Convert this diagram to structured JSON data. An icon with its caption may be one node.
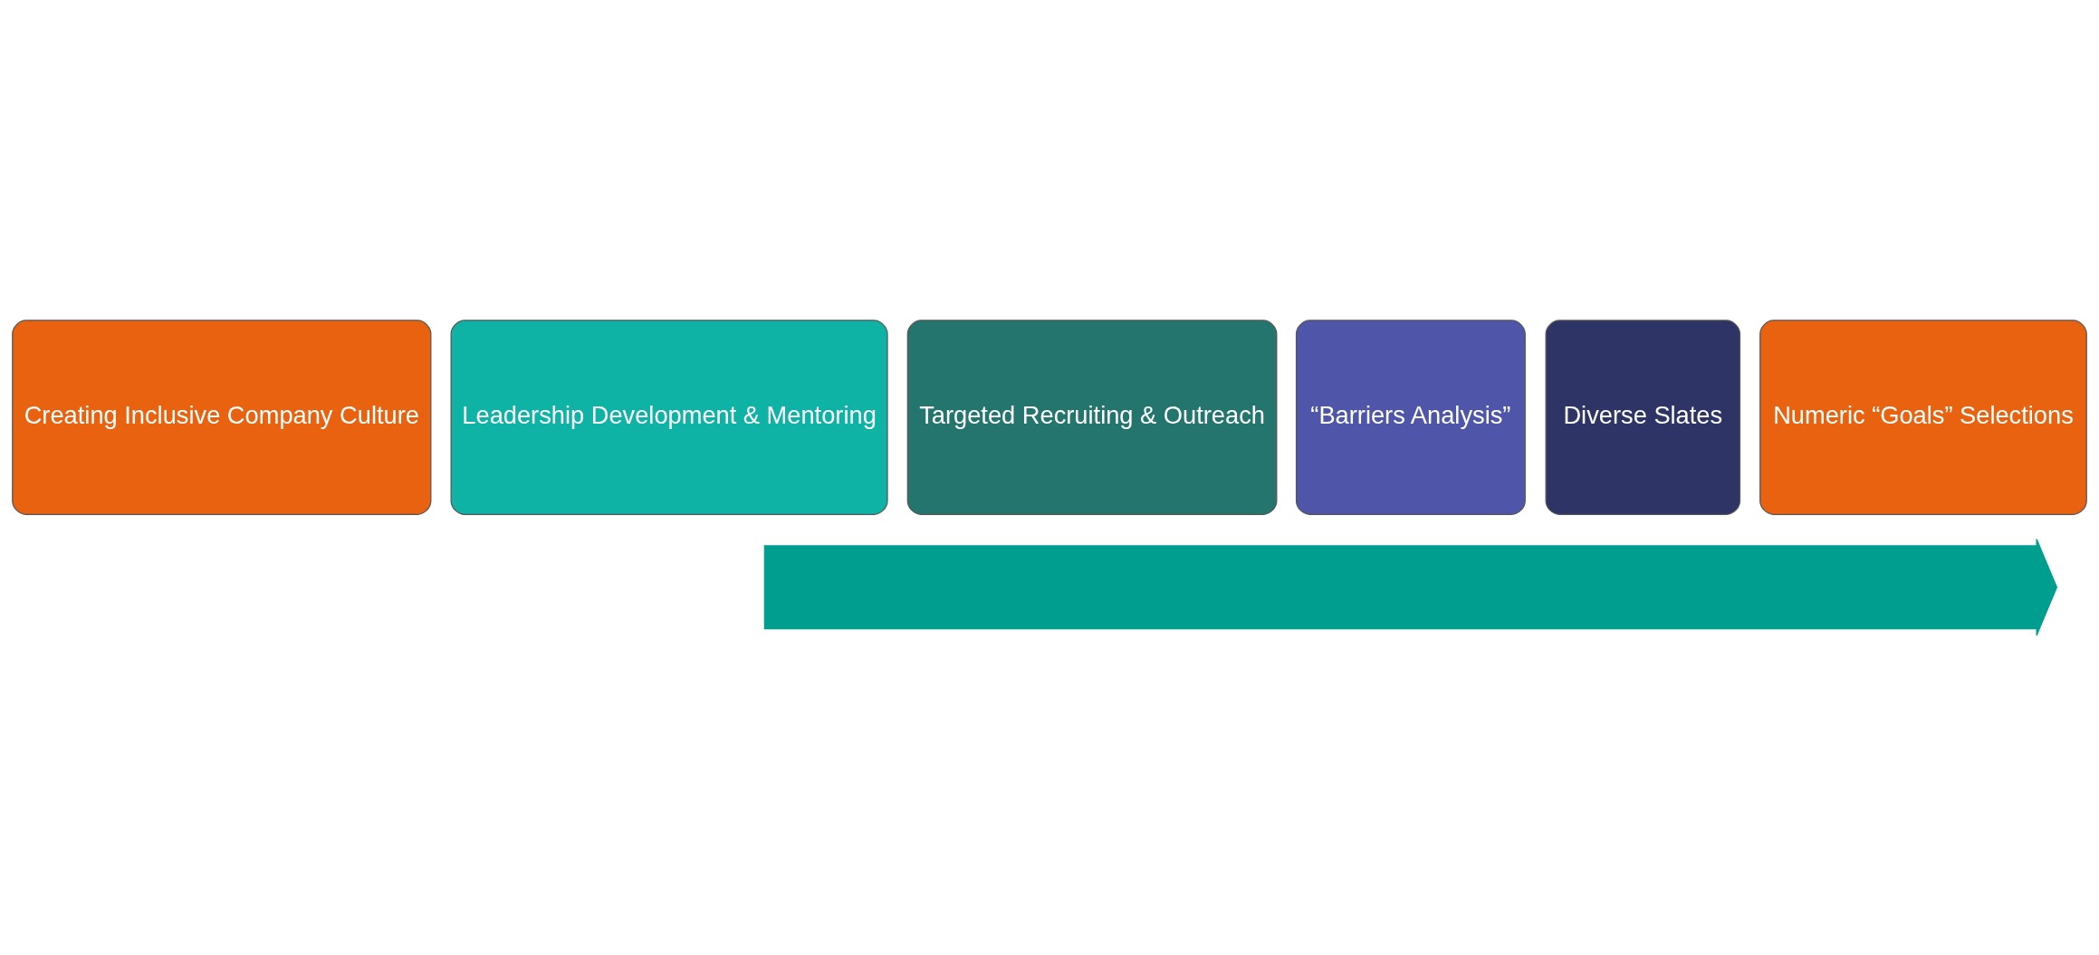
{
  "diagram": {
    "nodes": [
      {
        "text": [
          "Creating Inclusive Company Culture"
        ]
      },
      {
        "text": [
          "Leadership Development & Mentoring"
        ]
      },
      {
        "text": [
          "Targeted Recruiting & Outreach"
        ]
      },
      {
        "text": [
          "“Barriers Analysis”"
        ]
      },
      {
        "text": [
          "Diverse Slates"
        ]
      },
      {
        "text": [
          "Numeric “Goals” Selections"
        ]
      },
      {
        "text": [],
        "shape": "arrow"
      }
    ]
  }
}
